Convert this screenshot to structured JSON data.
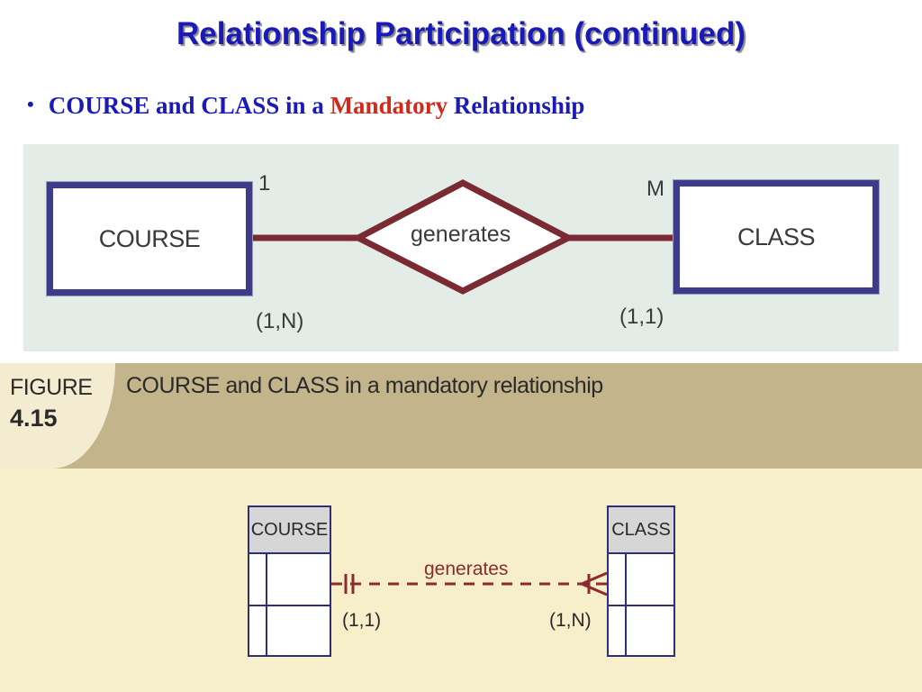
{
  "slide": {
    "title": "Relationship Participation (continued)",
    "bullet": {
      "prefix": "COURSE and CLASS in a ",
      "emphasis": "Mandatory",
      "suffix": " Relationship"
    }
  },
  "chen_diagram": {
    "entities": [
      "COURSE",
      "CLASS"
    ],
    "relationship": "generates",
    "cardinality_left": "1",
    "cardinality_right": "M",
    "participation_left": "(1,N)",
    "participation_right": "(1,1)",
    "line_color": "#7a2a32",
    "entity_border_color": "#3c3c8a"
  },
  "figure": {
    "label": "FIGURE",
    "number": "4.15",
    "caption": "COURSE and CLASS in a mandatory relationship"
  },
  "crows_foot_diagram": {
    "entities": [
      "COURSE",
      "CLASS"
    ],
    "relationship": "generates",
    "cardinality_left": "(1,1)",
    "cardinality_right": "(1,N)",
    "line_color": "#8b2a2f"
  },
  "colors": {
    "title": "#1a1ab8",
    "emphasis": "#d12a1a",
    "caption_band": "#c4b48c",
    "diagram_bg_top": "#e3ece6",
    "diagram_bg_bottom": "#f7efc9"
  }
}
